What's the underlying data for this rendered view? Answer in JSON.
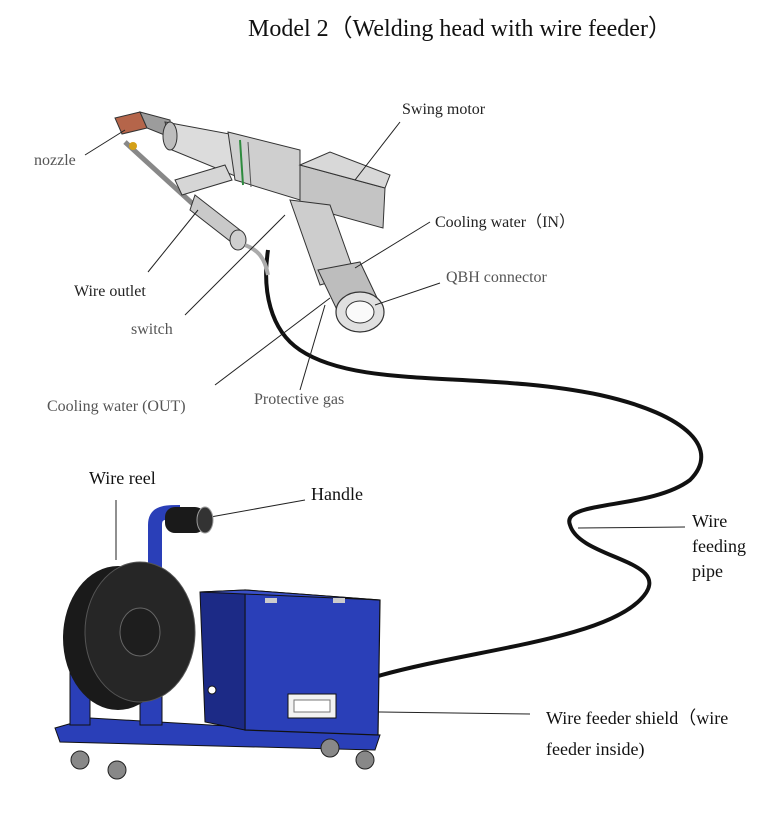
{
  "title": "Model 2（Welding head with wire feeder）",
  "labels": {
    "nozzle": "nozzle",
    "swing_motor": "Swing motor",
    "cooling_water_in": "Cooling water（IN）",
    "qbh_connector": "QBH connector",
    "wire_outlet": "Wire outlet",
    "switch": "switch",
    "cooling_water_out": "Cooling water (OUT)",
    "protective_gas": "Protective gas",
    "wire_reel": "Wire reel",
    "handle": "Handle",
    "wire_feeding_pipe_1": "Wire",
    "wire_feeding_pipe_2": "feeding",
    "wire_feeding_pipe_3": "pipe",
    "wire_feeder_shield_1": "Wire feeder shield（wire",
    "wire_feeder_shield_2": "feeder inside)"
  },
  "colors": {
    "feeder_blue": "#2a3fb8",
    "feeder_dark": "#1c2a86",
    "reel_black": "#1a1a1a",
    "head_grey": "#c8c8c8",
    "nozzle_copper": "#b5654a"
  }
}
